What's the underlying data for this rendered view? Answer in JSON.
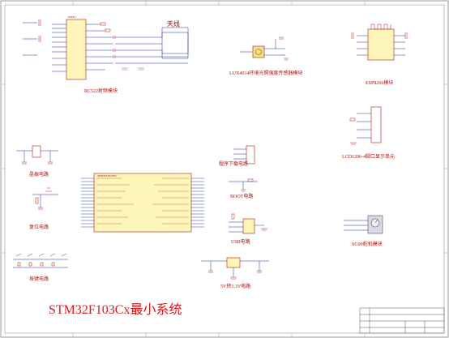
{
  "sheet": {
    "title": "STM32F103Cx最小系统",
    "colors": {
      "border": "#9a9a9a",
      "wire": "#1c2fa8",
      "component": "#b01818",
      "chip_fill": "#fdf6b8",
      "title_text": "#e01818"
    }
  },
  "modules": {
    "rfid": "RC522射频模块",
    "antenna": "天线",
    "light_sensor": "LUX4014环境光照强度传感器模块",
    "wifi": "ESP8266模块",
    "lcd": "LCD1206-4脚口显示单元",
    "crystal": "晶振电路",
    "reset": "复位电路",
    "program": "程序下载电路",
    "boot": "BOOT电路",
    "usb": "USB电路",
    "keys": "按键电路",
    "power": "5V转3.3V电路",
    "motor": "SG90舵机模块"
  },
  "chips": {
    "mcu_name": "STM32F103C8T6",
    "rfid_name": "RC522"
  },
  "icons": {
    "antenna": "antenna-loop-icon",
    "crystal": "crystal-oscillator-icon",
    "motor": "servo-motor-icon",
    "connector": "pin-header-icon"
  }
}
